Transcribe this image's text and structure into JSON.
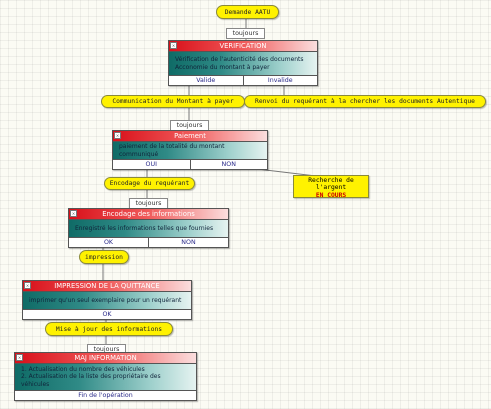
{
  "start": {
    "label": "Demande AATU"
  },
  "always_chip": "toujours",
  "verification": {
    "title": "VERIFICATION",
    "lines": [
      "Vérification de l'autenticité des documents",
      "Acconomie du montant à payer"
    ],
    "buttons": [
      "Valide",
      "Invalide"
    ]
  },
  "step_communication": {
    "label": "Communication du Montant à payer"
  },
  "step_renvoi": {
    "label": "Renvoi du requérant à la chercher les documents Autentique"
  },
  "paiement": {
    "title": "Paiement",
    "lines": [
      "paiement de la totalité du montant communiqué"
    ],
    "buttons": [
      "OUI",
      "NON"
    ]
  },
  "step_encodage": {
    "label": "Encodage du requérant"
  },
  "recherche": {
    "label": "Recherche de l'argent",
    "status": "EN COURS"
  },
  "encodage": {
    "title": "Encodage des informations",
    "lines": [
      "Enregistré les informations telles que fournies"
    ],
    "buttons": [
      "OK",
      "NON"
    ]
  },
  "step_impression": {
    "label": "impression"
  },
  "impression": {
    "title": "IMPRESSION DE LA QUITTANCE",
    "lines": [
      "imprimer qu'un seul exemplaire pour un requérant"
    ],
    "buttons": [
      "OK"
    ]
  },
  "step_maj": {
    "label": "Mise à jour des informations"
  },
  "maj": {
    "title": "MAJ INFORMATION",
    "lines": [
      "1. Actualisation du nombre des véhicules",
      "2. Actualisation de la liste des propriétaire des véhicules"
    ],
    "buttons": [
      "Fin de l'opération"
    ]
  }
}
